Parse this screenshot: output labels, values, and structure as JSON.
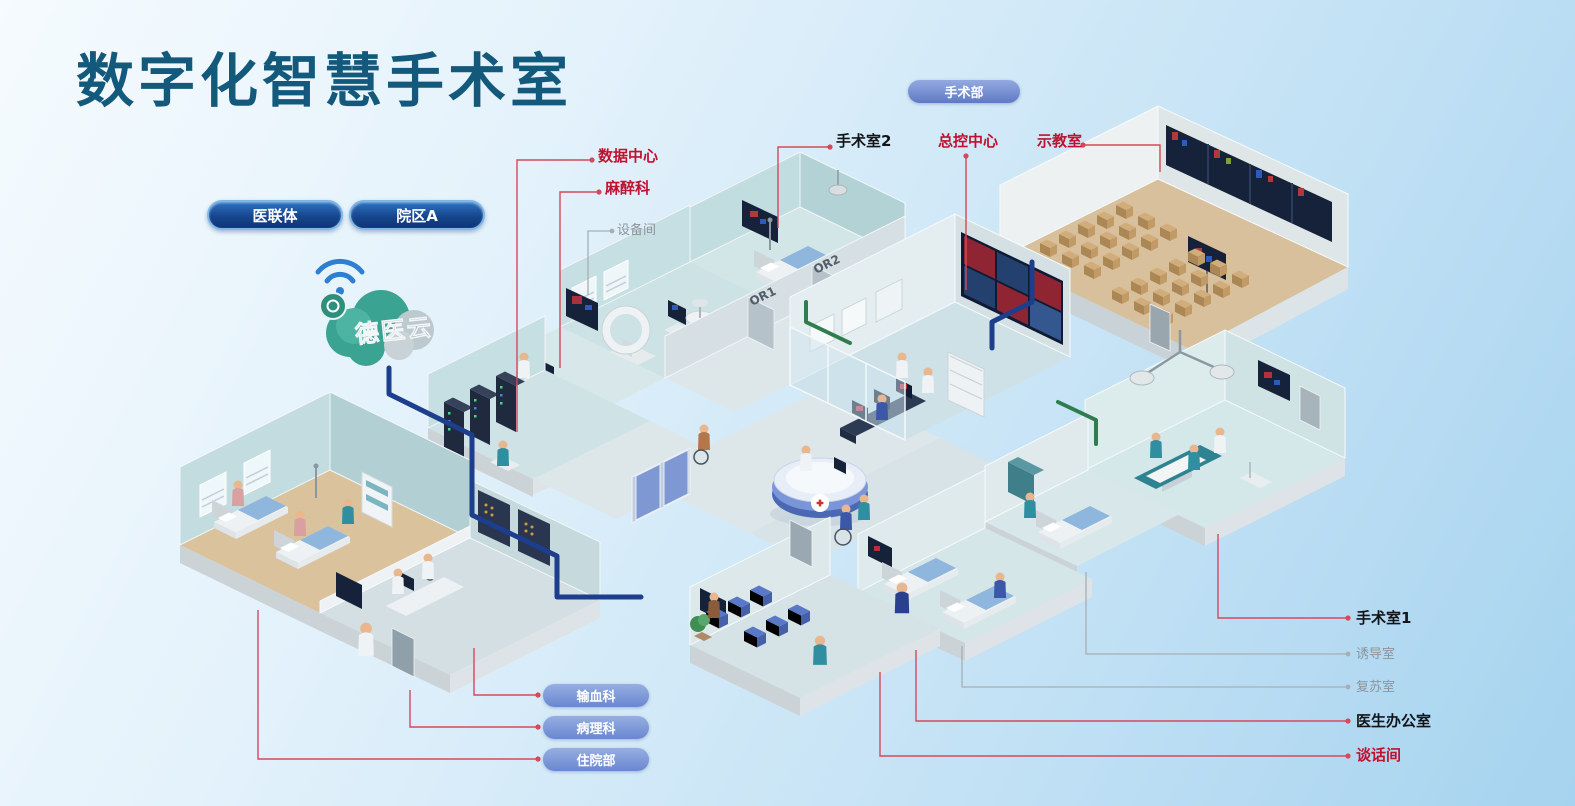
{
  "title": "数字化智慧手术室",
  "header_pills": {
    "medical_alliance": "医联体",
    "campus_a": "院区A",
    "surgery_dept": "手术部"
  },
  "cloud": {
    "label": "德医云"
  },
  "room_labels": {
    "data_center": "数据中心",
    "anesthesia_dept": "麻醉科",
    "equipment_room": "设备间",
    "operating_room_2": "手术室2",
    "master_control_center": "总控中心",
    "demo_teaching_room": "示教室",
    "operating_room_1": "手术室1",
    "induction_room": "诱导室",
    "recovery_room": "复苏室",
    "doctor_office": "医生办公室",
    "talk_room": "谈话间"
  },
  "department_pills": {
    "blood_transfusion": "输血科",
    "pathology": "病理科",
    "inpatient_dept": "住院部"
  },
  "floor_signs": {
    "or1": "OR1",
    "or2": "OR2"
  },
  "colors": {
    "background_top": "#f5fbfe",
    "background_bottom": "#a6d3ef",
    "title": "#13597c",
    "label_red": "#c0112f",
    "label_dark": "#121418",
    "label_gray": "#8d949b",
    "pill_navy": "#16468e",
    "pill_blue": "#6a87cf",
    "line_navy": "#1c3e8c",
    "line_green": "#2f7d4f",
    "line_red": "#d5495a",
    "cloud_green": "#3aa392",
    "wifi_blue": "#2e7fd2"
  }
}
